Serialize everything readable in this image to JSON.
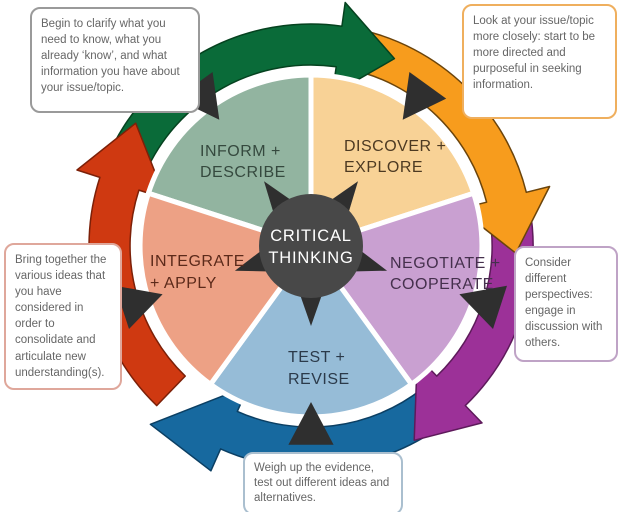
{
  "center": {
    "line1": "CRITICAL",
    "line2": "THINKING",
    "fill": "#484848",
    "text_color": "#ffffff"
  },
  "connector_color": "#2f2f2f",
  "segments": [
    {
      "name": "inform-describe",
      "line1": "INFORM +",
      "line2": "DESCRIBE",
      "fill": "#92b4a0",
      "text_color": "#35493e",
      "arrow_fill": "#0a6b39",
      "arrow_stroke": "#05421f"
    },
    {
      "name": "discover-explore",
      "line1": "DISCOVER +",
      "line2": "EXPLORE",
      "fill": "#f8d296",
      "text_color": "#4d3a22",
      "arrow_fill": "#f79c1d",
      "arrow_stroke": "#6b440b"
    },
    {
      "name": "negotiate-cooperate",
      "line1": "NEGOTIATE +",
      "line2": "COOPERATE",
      "fill": "#c9a0d1",
      "text_color": "#45304d",
      "arrow_fill": "#9c3198",
      "arrow_stroke": "#5e1a5b"
    },
    {
      "name": "test-revise",
      "line1": "TEST +",
      "line2": "REVISE",
      "fill": "#96bcd7",
      "text_color": "#2b3a4a",
      "arrow_fill": "#17699f",
      "arrow_stroke": "#0b3f63"
    },
    {
      "name": "integrate-apply",
      "line1": "INTEGRATE",
      "line2": "+ APPLY",
      "fill": "#eda185",
      "text_color": "#5c2a1a",
      "arrow_fill": "#cf3911",
      "arrow_stroke": "#7c2008"
    }
  ],
  "callouts": [
    {
      "name": "inform-callout",
      "text": "Begin to clarify what you need to know, what you already ‘know’, and what information you have about your issue/topic.",
      "border_color": "#9a9a9a"
    },
    {
      "name": "discover-callout",
      "text": "Look at your issue/topic more closely: start to be more directed and purposeful in seeking information.",
      "border_color": "#efaf5e"
    },
    {
      "name": "integrate-callout",
      "text": "Bring together the various ideas that you have considered in order to consolidate and articulate new understanding(s).",
      "border_color": "#dfa79b"
    },
    {
      "name": "negotiate-callout",
      "text": "Consider different perspectives: engage in discussion with others.",
      "border_color": "#bfa3c6"
    },
    {
      "name": "test-callout",
      "text": "Weigh up the evidence, test out different ideas and alternatives.",
      "border_color": "#aabfcf"
    }
  ]
}
